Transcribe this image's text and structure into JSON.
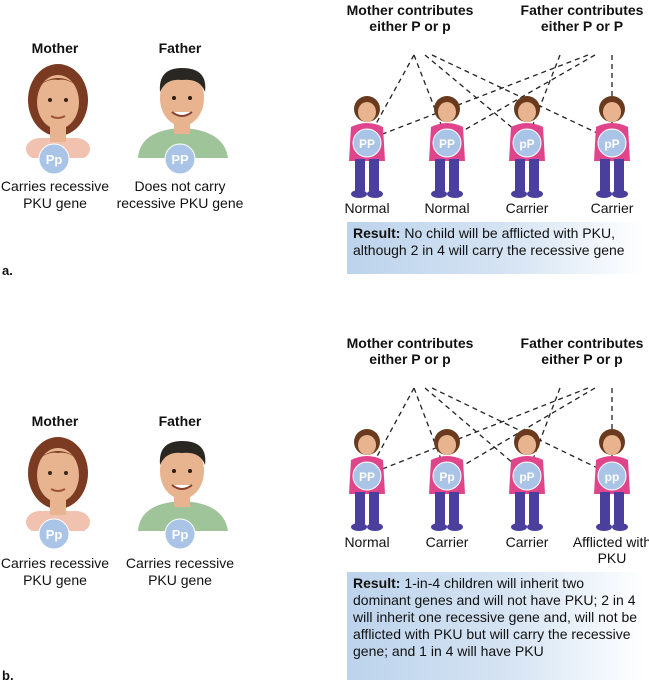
{
  "panel_a": {
    "label": "a.",
    "mother": {
      "title": "Mother",
      "gene": "Pp",
      "caption": "Carries recessive PKU gene"
    },
    "father": {
      "title": "Father",
      "gene": "PP",
      "caption": "Does not carry recessive PKU gene"
    },
    "mother_contributes": "Mother contributes either P or p",
    "father_contributes": "Father contributes either P or P",
    "children": [
      {
        "gene": "PP",
        "label": "Normal"
      },
      {
        "gene": "PP",
        "label": "Normal"
      },
      {
        "gene": "pP",
        "label": "Carrier"
      },
      {
        "gene": "pP",
        "label": "Carrier"
      }
    ],
    "result_heading": "Result:",
    "result_text": "No child will be afflicted with PKU, although 2 in 4 will carry the recessive gene"
  },
  "panel_b": {
    "label": "b.",
    "mother": {
      "title": "Mother",
      "gene": "Pp",
      "caption": "Carries recessive PKU gene"
    },
    "father": {
      "title": "Father",
      "gene": "Pp",
      "caption": "Carries recessive PKU gene"
    },
    "mother_contributes": "Mother contributes either P or p",
    "father_contributes": "Father contributes either P or p",
    "children": [
      {
        "gene": "PP",
        "label": "Normal"
      },
      {
        "gene": "Pp",
        "label": "Carrier"
      },
      {
        "gene": "pP",
        "label": "Carrier"
      },
      {
        "gene": "pp",
        "label": "Afflicted with PKU"
      }
    ],
    "result_heading": "Result:",
    "result_text": "1-in-4 children will inherit two dominant genes and will not have PKU; 2 in 4 will inherit one recessive gene and, will not be afflicted with PKU but will carry the recessive gene; and 1 in 4 will have PKU"
  },
  "colors": {
    "gene_circle": "#a9c4e6",
    "child_shirt": "#e0458c",
    "child_pants": "#4b3f9e",
    "mother_top": "#f2c2b0",
    "father_shirt": "#9fc49a",
    "hair_mother": "#7a3b22",
    "hair_father": "#2a2622",
    "skin": "#e8b48f"
  }
}
